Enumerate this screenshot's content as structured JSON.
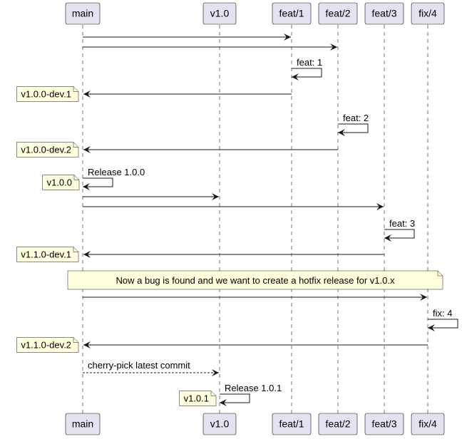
{
  "participants": [
    {
      "id": "main",
      "label": "main"
    },
    {
      "id": "v10",
      "label": "v1.0"
    },
    {
      "id": "feat1",
      "label": "feat/1"
    },
    {
      "id": "feat2",
      "label": "feat/2"
    },
    {
      "id": "feat3",
      "label": "feat/3"
    },
    {
      "id": "fix4",
      "label": "fix/4"
    }
  ],
  "messages": [
    {
      "from": "main",
      "to": "feat1",
      "label": "",
      "dashed": false
    },
    {
      "from": "main",
      "to": "feat2",
      "label": "",
      "dashed": false
    },
    {
      "from": "feat1",
      "to": "feat1",
      "label": "feat: 1",
      "dashed": false
    },
    {
      "from": "feat1",
      "to": "main",
      "label": "",
      "dashed": false,
      "note": "v1.0.0-dev.1"
    },
    {
      "from": "feat2",
      "to": "feat2",
      "label": "feat: 2",
      "dashed": false
    },
    {
      "from": "feat2",
      "to": "main",
      "label": "",
      "dashed": false,
      "note": "v1.0.0-dev.2"
    },
    {
      "from": "main",
      "to": "main",
      "label": "Release 1.0.0",
      "dashed": false,
      "note": "v1.0.0"
    },
    {
      "from": "main",
      "to": "v10",
      "label": "",
      "dashed": false
    },
    {
      "from": "main",
      "to": "feat3",
      "label": "",
      "dashed": false
    },
    {
      "from": "feat3",
      "to": "feat3",
      "label": "feat: 3",
      "dashed": false
    },
    {
      "from": "feat3",
      "to": "main",
      "label": "",
      "dashed": false,
      "note": "v1.1.0-dev.1"
    },
    {
      "type": "banner",
      "text": "Now a bug is found and we want to create a hotfix release for v1.0.x"
    },
    {
      "from": "main",
      "to": "fix4",
      "label": "",
      "dashed": false
    },
    {
      "from": "fix4",
      "to": "fix4",
      "label": "fix: 4",
      "dashed": false
    },
    {
      "from": "fix4",
      "to": "main",
      "label": "",
      "dashed": false,
      "note": "v1.1.0-dev.2"
    },
    {
      "from": "main",
      "to": "v10",
      "label": "cherry-pick latest commit",
      "dashed": true
    },
    {
      "from": "v10",
      "to": "v10",
      "label": "Release 1.0.1",
      "dashed": false,
      "note": "v1.0.1"
    }
  ],
  "colors": {
    "participant_fill": "#E2E2F0",
    "participant_border": "#181818",
    "lifeline": "#181818",
    "arrow": "#181818",
    "note_fill": "#FEFFDD",
    "note_border": "#181818"
  }
}
